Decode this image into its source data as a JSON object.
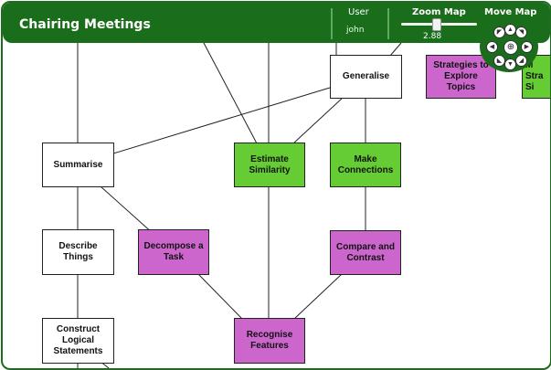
{
  "app": {
    "title": "Chairing Meetings"
  },
  "header": {
    "user_label": "User",
    "user_name": "john",
    "zoom_label": "Zoom Map",
    "zoom_value": "2.88",
    "move_label": "Move Map"
  },
  "colors": {
    "header": "#1a6d1a",
    "green_node": "#66cc33",
    "purple_node": "#cc66cc",
    "white_node": "#ffffff"
  },
  "nodes": {
    "generalise": "Generalise",
    "strategies": "Strategies to Explore Topics",
    "partial_strategies": "M\nStra\nSi",
    "summarise": "Summarise",
    "estimate": "Estimate Similarity",
    "make_connections": "Make Connections",
    "describe": "Describe Things",
    "decompose": "Decompose a Task",
    "compare": "Compare and Contrast",
    "construct": "Construct Logical Statements",
    "recognise": "Recognise Features"
  },
  "nav_icons": [
    "up-arrow-icon",
    "down-arrow-icon",
    "left-arrow-icon",
    "right-arrow-icon",
    "center-icon"
  ]
}
